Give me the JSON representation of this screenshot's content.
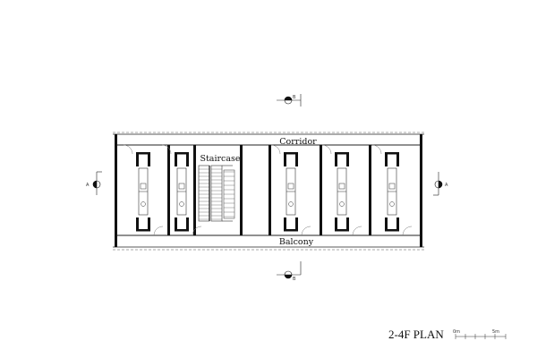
{
  "drawing": {
    "title": "2-4F PLAN",
    "rooms": {
      "corridor": "Corridor",
      "staircase": "Staircase",
      "balcony": "Balcony"
    },
    "section_markers": {
      "top": "B",
      "bottom": "B",
      "left": "A",
      "right": "A"
    },
    "scale_bar": {
      "start_label": "0m",
      "end_label": "5m"
    }
  }
}
